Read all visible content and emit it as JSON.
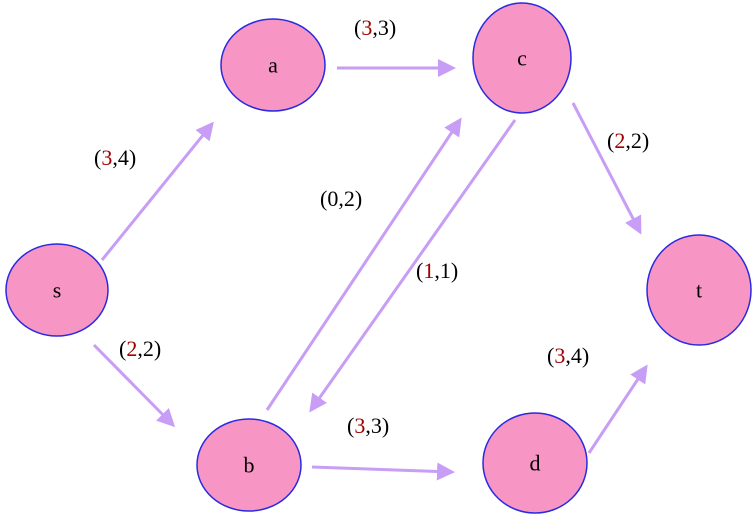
{
  "colors": {
    "node_fill": "#f796c4",
    "node_stroke": "#2a2ae0",
    "edge": "#c79df5",
    "flow_value": "#a00000",
    "text": "#000000"
  },
  "nodes": [
    {
      "id": "s",
      "label": "s"
    },
    {
      "id": "a",
      "label": "a"
    },
    {
      "id": "b",
      "label": "b"
    },
    {
      "id": "c",
      "label": "c"
    },
    {
      "id": "d",
      "label": "d"
    },
    {
      "id": "t",
      "label": "t"
    }
  ],
  "edges": [
    {
      "from": "s",
      "to": "a",
      "flow": "3",
      "capacity": "4"
    },
    {
      "from": "s",
      "to": "b",
      "flow": "2",
      "capacity": "2"
    },
    {
      "from": "a",
      "to": "c",
      "flow": "3",
      "capacity": "3"
    },
    {
      "from": "b",
      "to": "c",
      "flow": "0",
      "capacity": "2"
    },
    {
      "from": "c",
      "to": "b",
      "flow": "1",
      "capacity": "1"
    },
    {
      "from": "c",
      "to": "t",
      "flow": "2",
      "capacity": "2"
    },
    {
      "from": "b",
      "to": "d",
      "flow": "3",
      "capacity": "3"
    },
    {
      "from": "d",
      "to": "t",
      "flow": "3",
      "capacity": "4"
    }
  ]
}
